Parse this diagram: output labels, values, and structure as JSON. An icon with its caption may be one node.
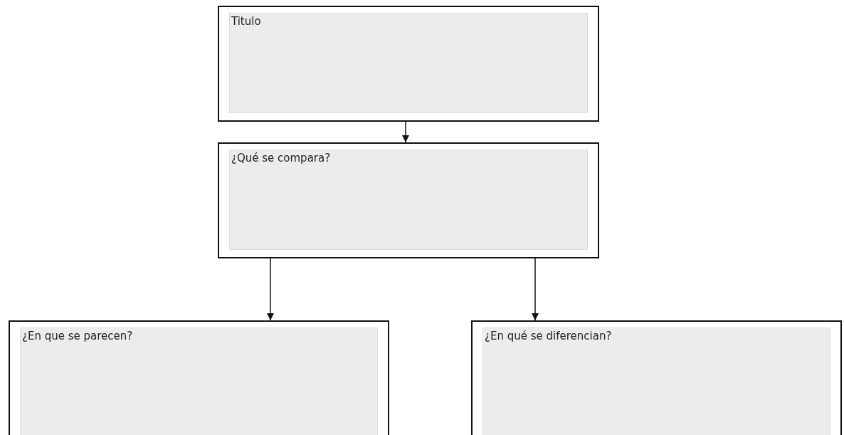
{
  "diagram": {
    "nodes": [
      {
        "text": [
          "Titulo"
        ]
      },
      {
        "text": [
          "¿Qué se compara?"
        ]
      },
      {
        "text": [
          "¿En que se parecen?"
        ]
      },
      {
        "text": [
          "¿En qué se diferencian?"
        ]
      }
    ],
    "edges": [
      {
        "from": 0,
        "to": 1,
        "arrow": "to"
      },
      {
        "from": 1,
        "to": 2,
        "arrow": "to"
      },
      {
        "from": 1,
        "to": 3,
        "arrow": "to"
      }
    ]
  }
}
